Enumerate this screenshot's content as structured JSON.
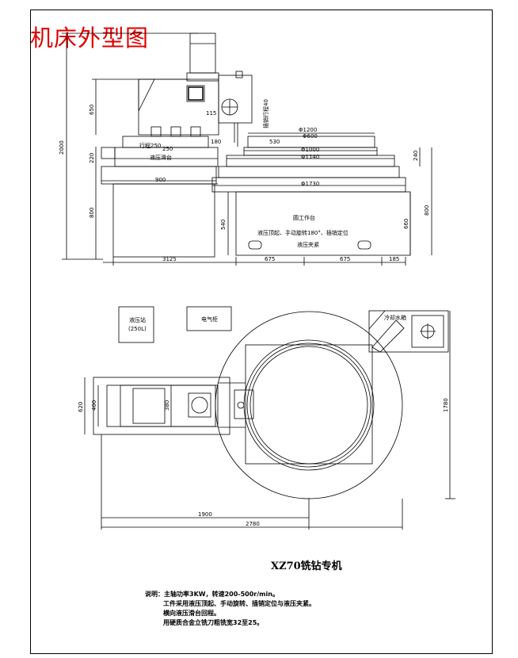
{
  "title": "机床外型图",
  "machine_name": "XZ70铣钻专机",
  "front_view": {
    "labels": {
      "stroke": "行程250",
      "hydraulic_slide": "液压滑台",
      "round_table": "圆工作台",
      "rotation": "液压顶起、手动旋转180°、插销定位",
      "clamp": "液压夹紧",
      "spindle_note": "插销行程40"
    },
    "dims": {
      "d1": "2000",
      "d2": "650",
      "d3": "220",
      "d4": "800",
      "d5": "900",
      "d6": "3125",
      "d7": "180",
      "d8": "115",
      "d9": "530",
      "d10": "540",
      "d11": "675",
      "d12": "675",
      "d13": "185",
      "d14": "800",
      "d15": "660",
      "d16": "240",
      "d17": "Φ1200",
      "d18": "Φ600",
      "d19": "Φ1000",
      "d20": "Φ1140",
      "d21": "Φ1730",
      "d22": "250"
    }
  },
  "top_view": {
    "labels": {
      "hydraulic_station": "液压站",
      "hydraulic_station_cap": "(250L)",
      "electric_cabinet": "电气柜",
      "coolant_tank": "冷却水箱"
    },
    "dims": {
      "w1": "620",
      "w2": "400",
      "w3": "380",
      "w4": "1780",
      "w5": "1900",
      "w6": "2780"
    }
  },
  "notes": [
    "说明：主轴功率3KW，转速200-500r/min。",
    "工件采用液压顶起、手动旋转、插销定位与液压夹紧。",
    "横向液压滑台回程。",
    "用硬质合金立铣刀粗铣宽32至25。"
  ]
}
